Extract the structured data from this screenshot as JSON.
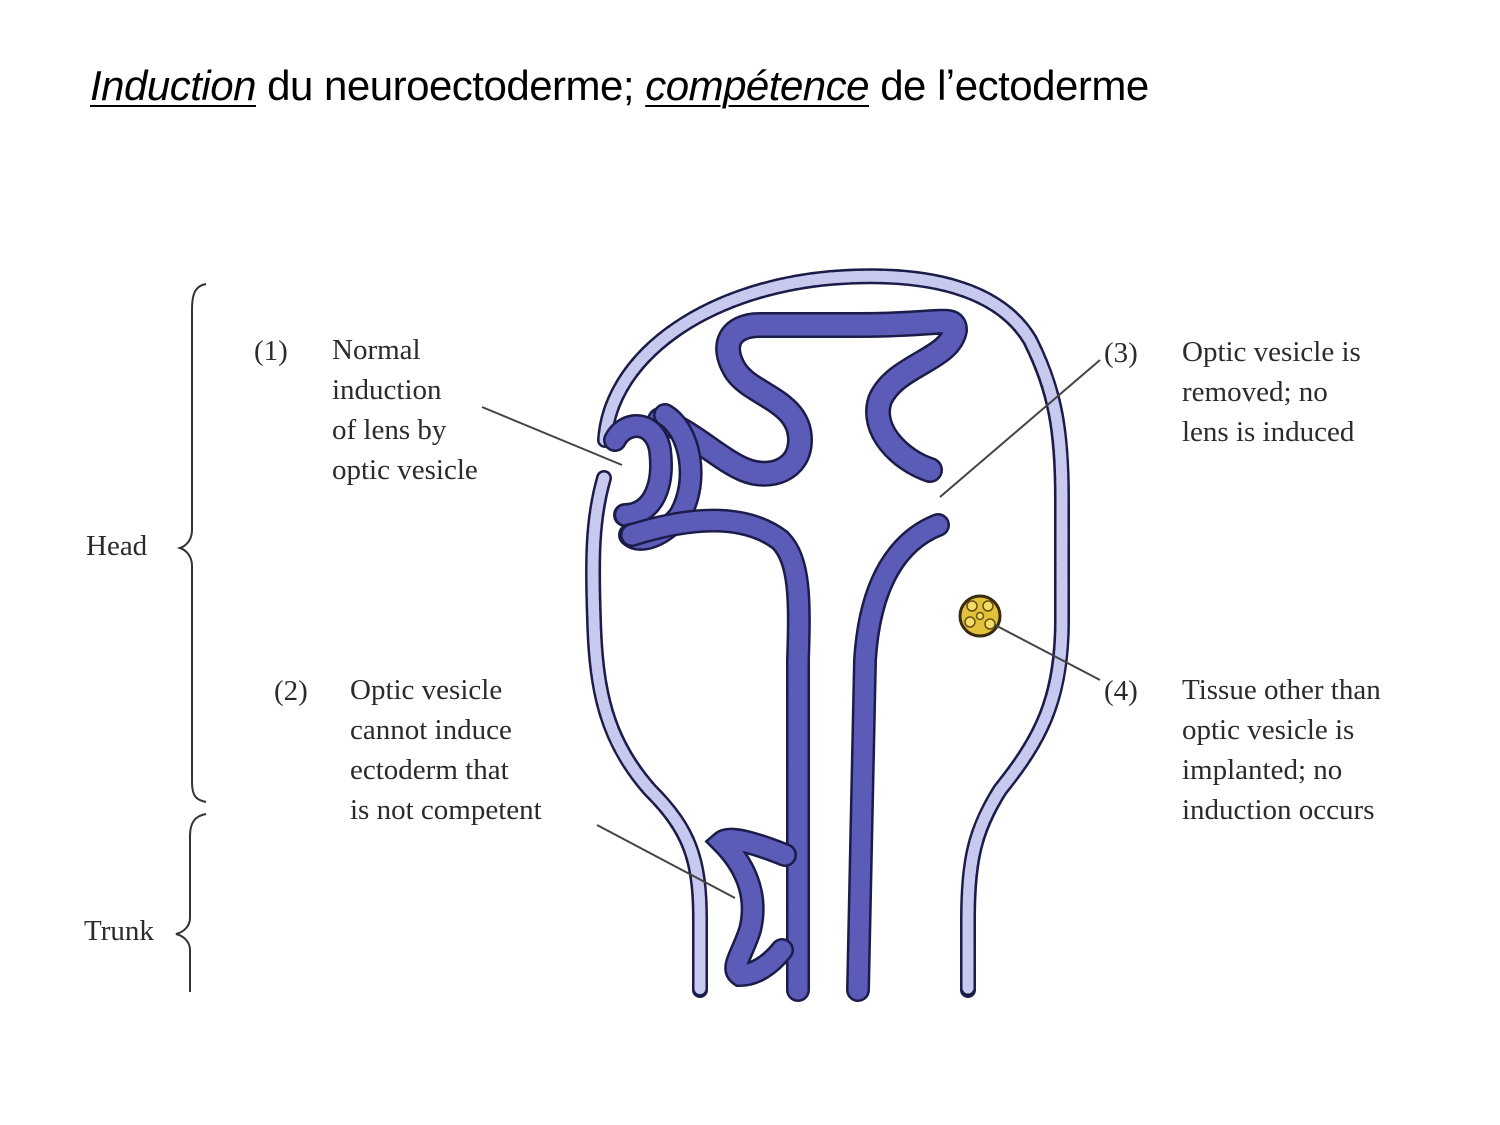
{
  "title": {
    "part1": "Induction",
    "part2": " du neuroectoderme; ",
    "part3": "compétence",
    "part4": " de lʼectoderme"
  },
  "regions": {
    "head": "Head",
    "trunk": "Trunk"
  },
  "annotations": [
    {
      "number": "(1)",
      "lines": [
        "Normal",
        "induction",
        "of lens by",
        "optic vesicle"
      ]
    },
    {
      "number": "(2)",
      "lines": [
        "Optic vesicle",
        "cannot induce",
        "ectoderm that",
        "is not competent"
      ]
    },
    {
      "number": "(3)",
      "lines": [
        "Optic vesicle is",
        "removed; no",
        "lens is induced"
      ]
    },
    {
      "number": "(4)",
      "lines": [
        "Tissue other than",
        "optic vesicle is",
        "implanted; no",
        "induction occurs"
      ]
    }
  ],
  "colors": {
    "ectoderm_fill": "#c8c9ef",
    "neural_fill": "#5b5cb8",
    "outline": "#1c1c4a",
    "implant_fill": "#e2c23a",
    "leader_line": "#444444"
  }
}
